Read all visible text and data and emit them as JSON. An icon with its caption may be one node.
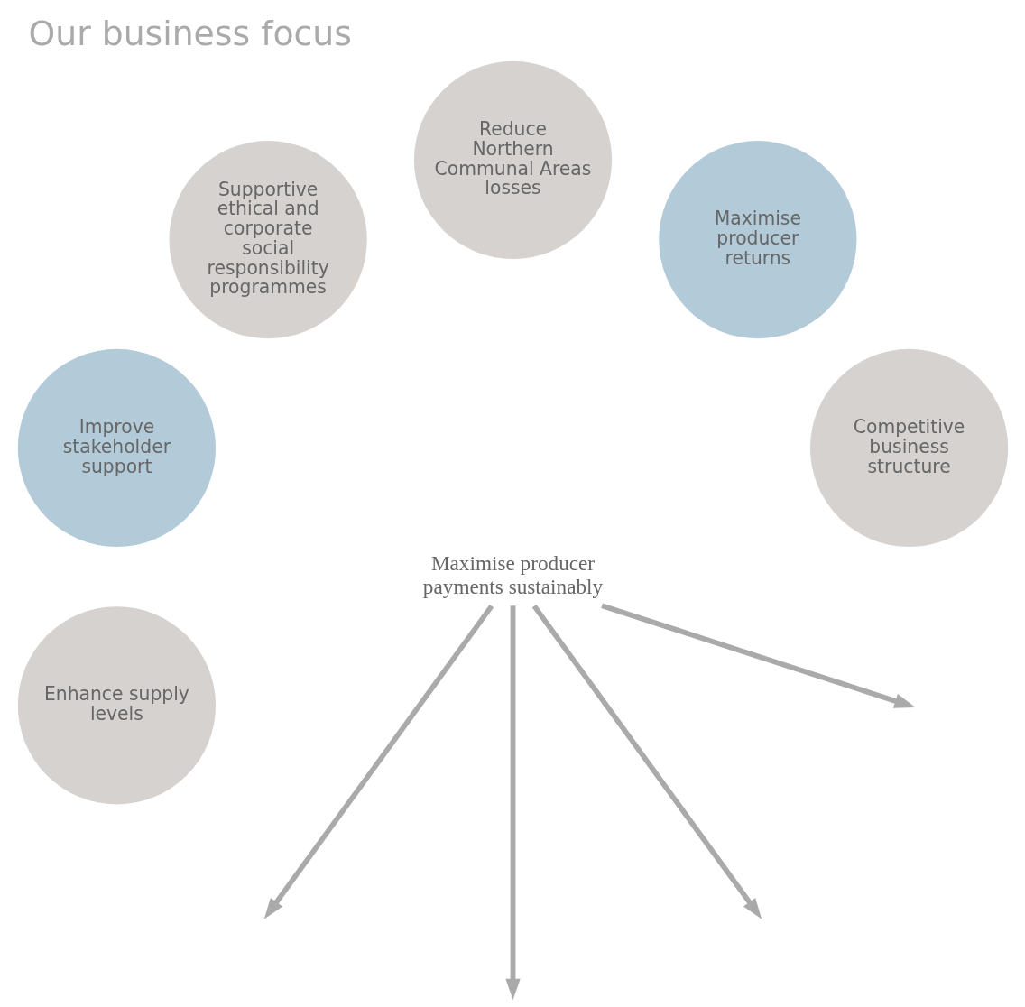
{
  "diagram": {
    "title": "Our business focus",
    "nodes": [
      {
        "text": [
          "Competitive business structure"
        ]
      },
      {
        "text": [
          "Maximise producer returns"
        ]
      },
      {
        "text": [
          "Reduce Northern Communal Areas losses"
        ]
      },
      {
        "text": [
          "Maximise producer payments sustainably"
        ]
      },
      {
        "text": [
          "Supportive ethical and corporate social responsibility programmes"
        ]
      },
      {
        "text": [
          "Improve stakeholder support"
        ]
      },
      {
        "text": [
          "Enhance supply levels"
        ]
      }
    ],
    "edges": [
      {
        "from": 3,
        "to": null,
        "arrow": "to"
      },
      {
        "from": 3,
        "to": null,
        "arrow": "to"
      },
      {
        "from": 3,
        "to": null,
        "arrow": "to"
      },
      {
        "from": 3,
        "to": null,
        "arrow": "to"
      }
    ]
  }
}
